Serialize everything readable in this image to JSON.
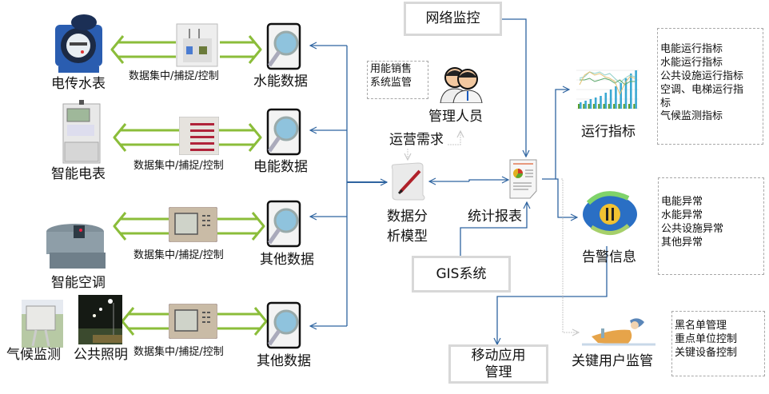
{
  "colors": {
    "connector": "#2e64a0",
    "arrow_green": "#8bbd3a",
    "box_border": "#d8d8d8",
    "dashed_border": "#a8a8a8"
  },
  "devices": [
    {
      "label": "电传水表",
      "icon": "water-meter-icon"
    },
    {
      "label": "智能电表",
      "icon": "electric-meter-icon"
    },
    {
      "label": "智能空调",
      "icon": "air-conditioner-icon"
    },
    {
      "label": "气候监测",
      "icon": "weather-station-icon"
    },
    {
      "label": "公共照明",
      "icon": "street-light-icon"
    }
  ],
  "collectors": [
    {
      "label": "数据集中/捕捉/控制",
      "icon": "control-cabinet-icon"
    },
    {
      "label": "数据集中/捕捉/控制",
      "icon": "relay-panel-icon"
    },
    {
      "label": "数据集中/捕捉/控制",
      "icon": "controller-panel-icon"
    },
    {
      "label": "数据集中/捕捉/控制",
      "icon": "controller-panel-icon"
    }
  ],
  "data_nodes": [
    {
      "label": "水能数据",
      "icon": "document-search-icon"
    },
    {
      "label": "电能数据",
      "icon": "document-search-icon"
    },
    {
      "label": "其他数据",
      "icon": "document-search-icon"
    },
    {
      "label": "其他数据",
      "icon": "document-search-icon"
    }
  ],
  "center": {
    "network_monitor": "网络监控",
    "energy_sales_note": [
      "用能销售",
      "系统监管"
    ],
    "managers": {
      "label": "管理人员",
      "icon": "managers-icon"
    },
    "ops_demand": "运营需求",
    "analysis_model": {
      "label": [
        "数据分",
        "析模型"
      ],
      "icon": "scroll-pen-icon"
    },
    "stat_report": {
      "label": "统计报表",
      "icon": "report-chart-icon"
    },
    "gis": "GIS系统",
    "mobile_app": [
      "移动应用",
      "管理"
    ]
  },
  "outputs": {
    "run_indicators": {
      "label": "运行指标",
      "icon": "bar-line-chart-icon",
      "items": [
        "电能运行指标",
        "水能运行指标",
        "公共设施运行指标",
        "空调、电梯运行指",
        "标",
        "气候监测指标"
      ]
    },
    "alarm_info": {
      "label": "告警信息",
      "icon": "alarm-cycle-icon",
      "items": [
        "电能异常",
        "水能异常",
        "公共设施异常",
        "其他异常"
      ]
    },
    "key_user_monitor": {
      "label": "关键用户监管",
      "icon": "person-writing-icon",
      "items": [
        "黑名单管理",
        "重点单位控制",
        "关键设备控制"
      ]
    }
  }
}
